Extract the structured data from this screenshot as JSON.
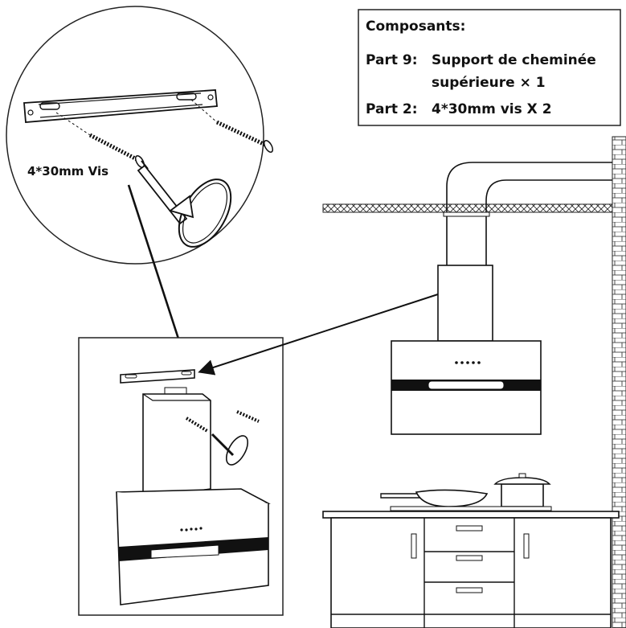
{
  "components": {
    "title": "Composants:",
    "part9_label": "Part 9:",
    "part9_desc_line1": "Support de cheminée",
    "part9_desc_line2": "supérieure × 1",
    "part2_label": "Part 2:",
    "part2_desc": "4*30mm vis X 2"
  },
  "detail": {
    "screw_label": "4*30mm Vis"
  },
  "colors": {
    "line": "#111111",
    "background": "#ffffff"
  }
}
